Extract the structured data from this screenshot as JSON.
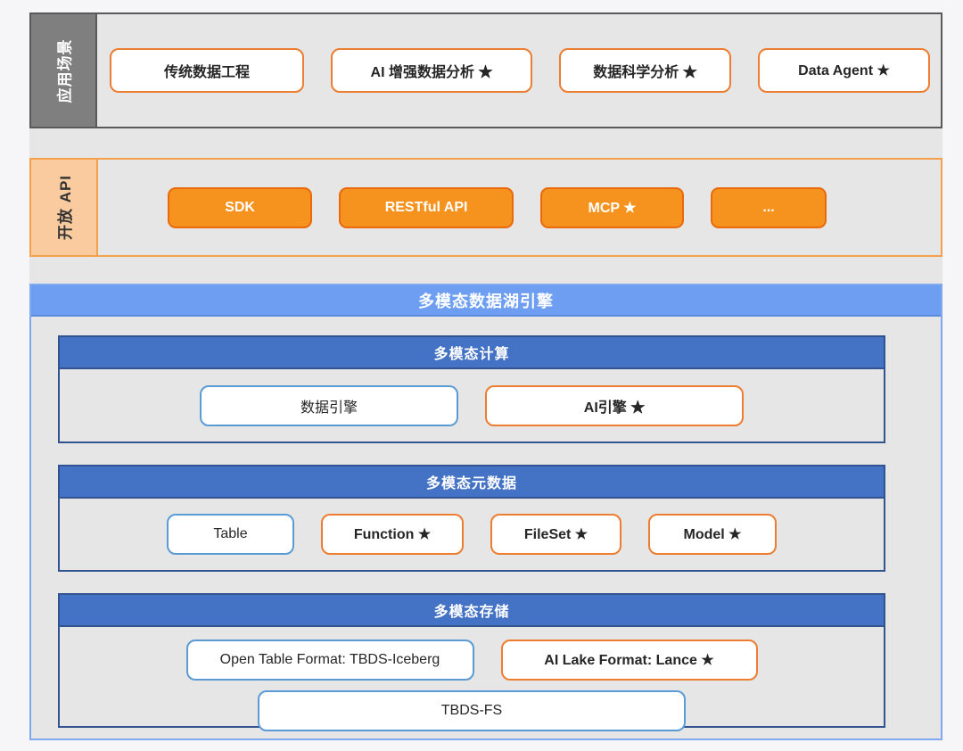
{
  "app_scenarios": {
    "label": "应用场景",
    "boxes": [
      {
        "label": "传统数据工程"
      },
      {
        "label": "AI 增强数据分析 ★"
      },
      {
        "label": "数据科学分析 ★"
      },
      {
        "label": "Data Agent ★"
      }
    ]
  },
  "open_api": {
    "label": "开放 API",
    "buttons": [
      {
        "label": "SDK"
      },
      {
        "label": "RESTful API"
      },
      {
        "label": "MCP ★"
      },
      {
        "label": "..."
      }
    ]
  },
  "lake_engine": {
    "title": "多模态数据湖引擎",
    "compute": {
      "title": "多模态计算",
      "boxes": [
        {
          "label": "数据引擎",
          "style": "blue"
        },
        {
          "label": "AI引擎 ★",
          "style": "orange"
        }
      ]
    },
    "metadata": {
      "title": "多模态元数据",
      "boxes": [
        {
          "label": "Table",
          "style": "blue"
        },
        {
          "label": "Function ★",
          "style": "orange"
        },
        {
          "label": "FileSet ★",
          "style": "orange"
        },
        {
          "label": "Model ★",
          "style": "orange"
        }
      ]
    },
    "storage": {
      "title": "多模态存储",
      "boxes": [
        {
          "label": "Open Table Format: TBDS-Iceberg",
          "style": "blue"
        },
        {
          "label": "AI Lake Format: Lance ★",
          "style": "orange"
        },
        {
          "label": "TBDS-FS",
          "style": "blue"
        }
      ]
    }
  },
  "palette": {
    "canvas_gray": "#E6E6E6",
    "apps_sidebar_gray": "#7F7F7F",
    "apps_border_gray": "#595959",
    "api_sidebar_peach": "#F9CB9F",
    "api_border_orange": "#F5A14B",
    "orange_button_fill": "#F6921E",
    "orange_button_border": "#E9690C",
    "box_orange_border": "#ED7D31",
    "box_blue_border": "#5B9BD5",
    "lake_banner_blue": "#6D9EF2",
    "lake_border_blue": "#7FA8EF",
    "section_header_blue": "#4472C4",
    "section_border_navy": "#31538F"
  }
}
